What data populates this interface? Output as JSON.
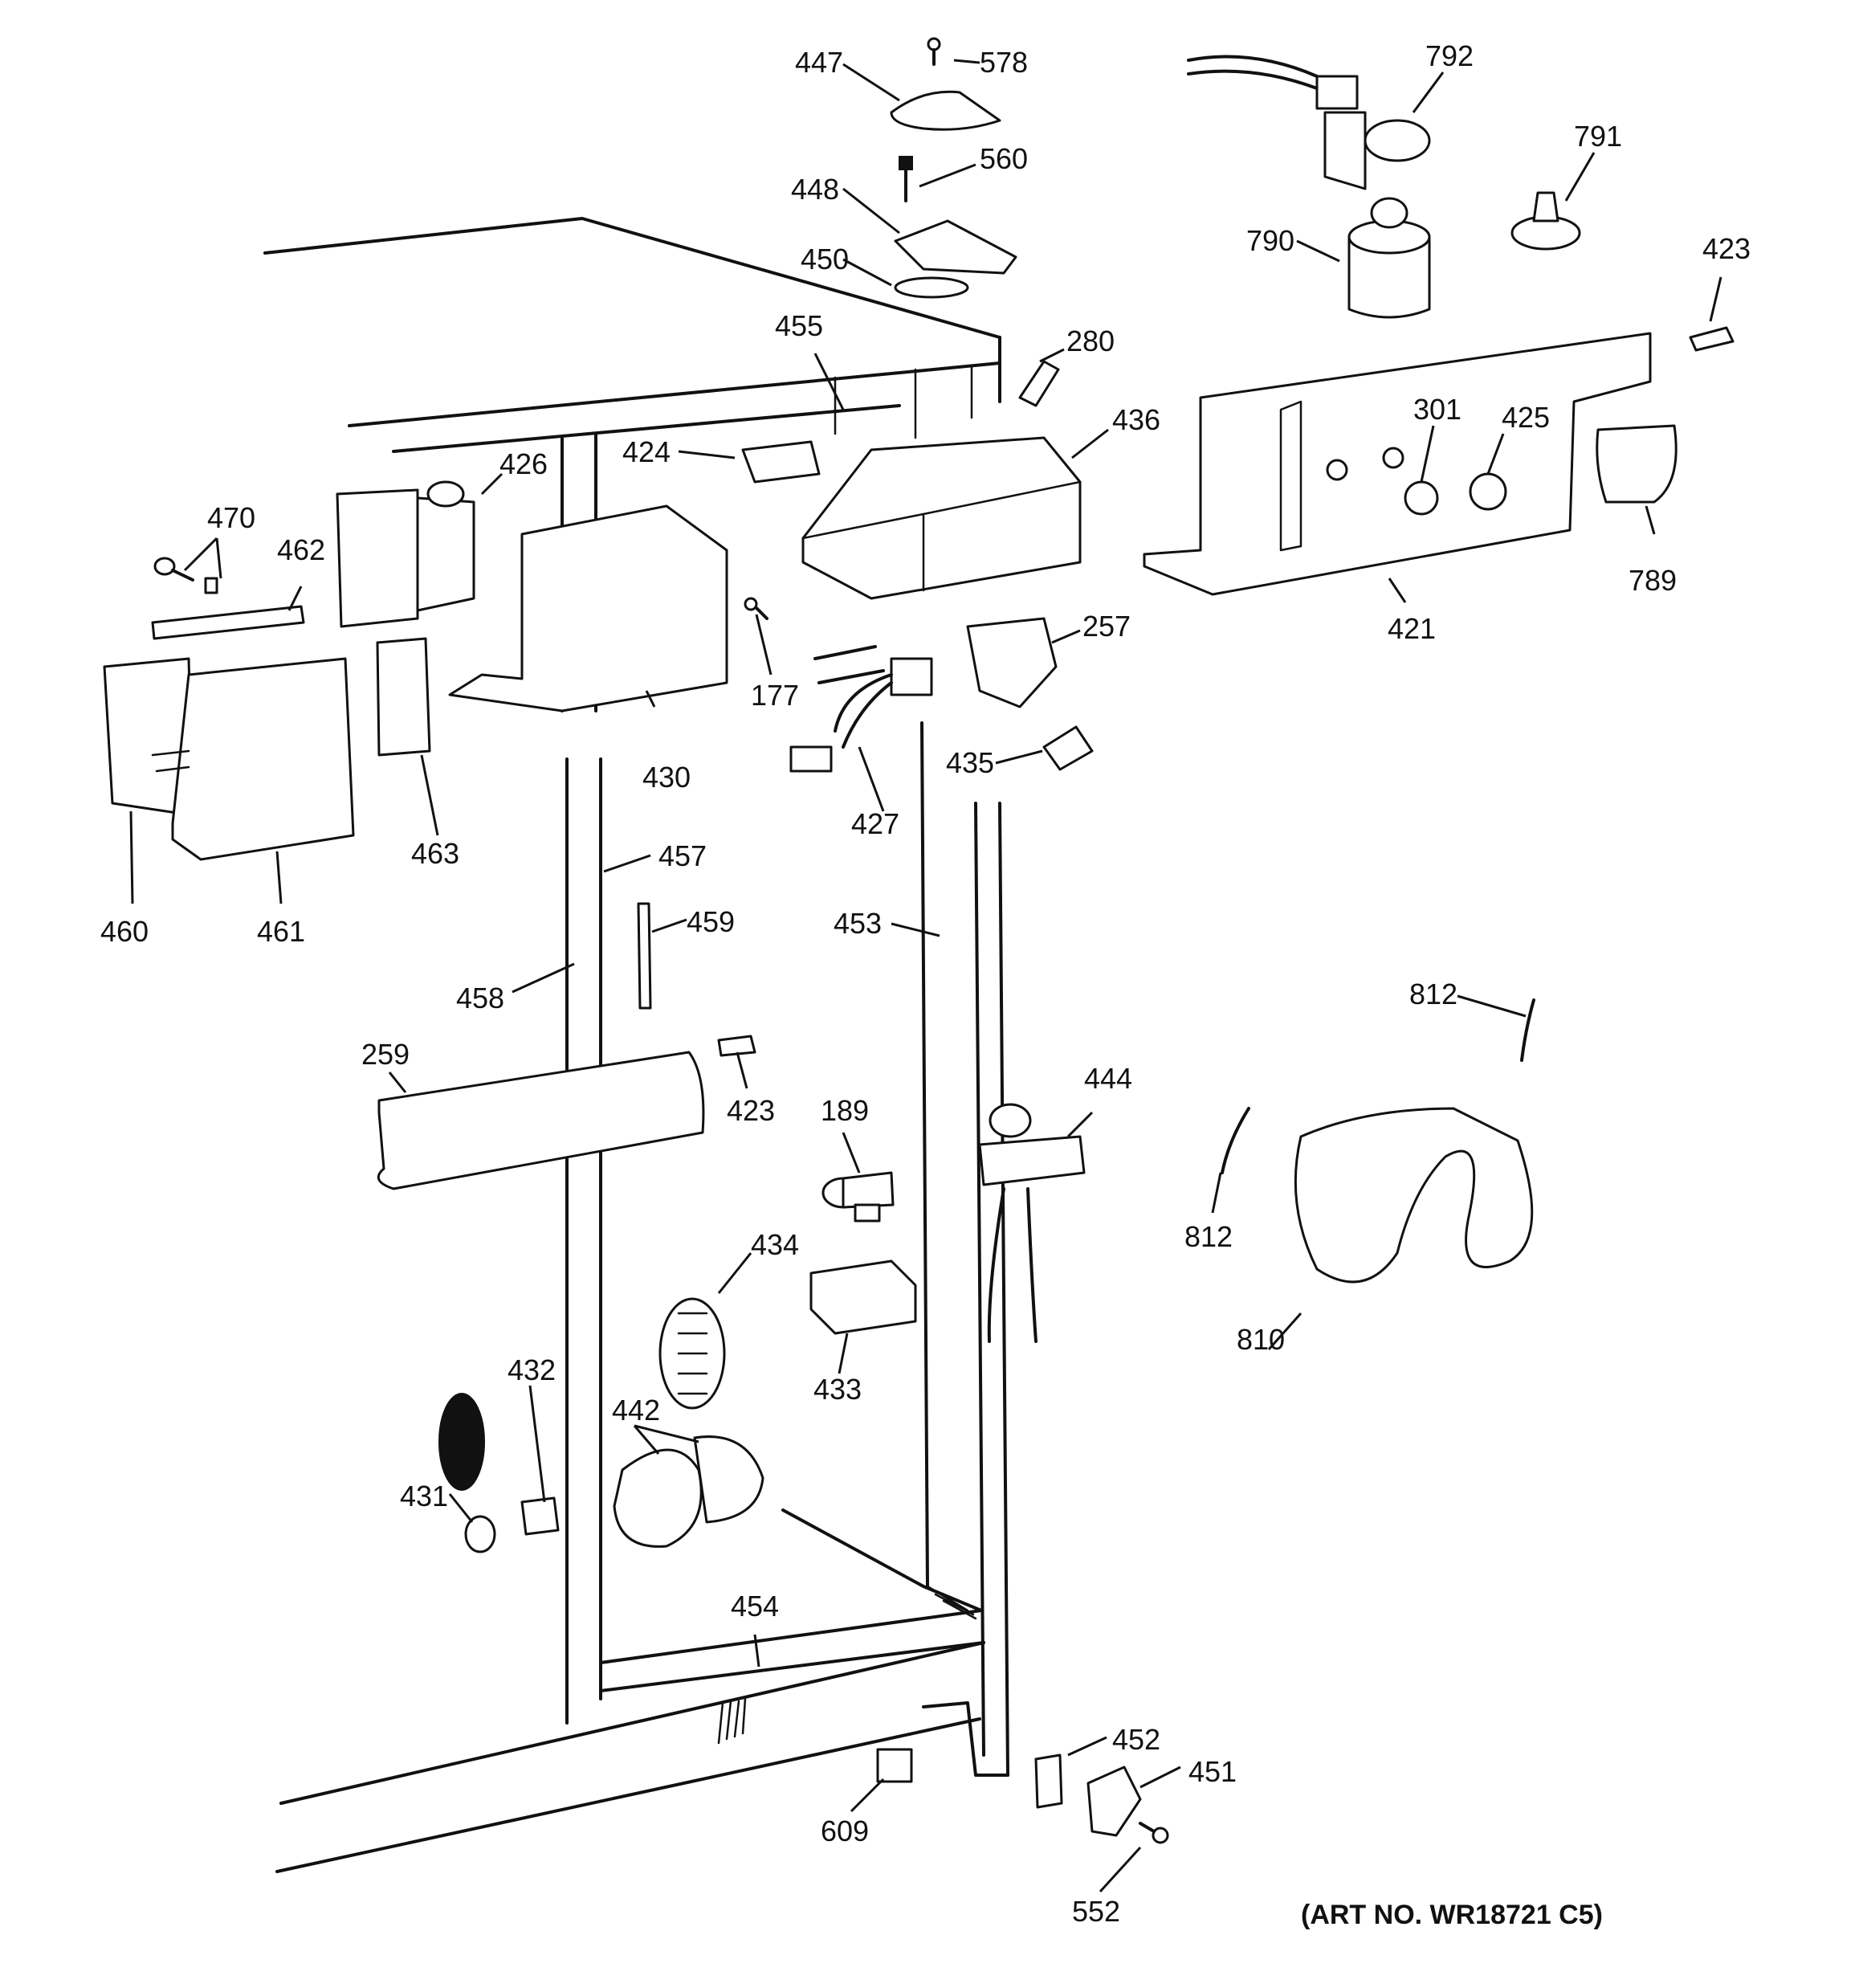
{
  "caption": "(ART NO. WR18721 C5)",
  "callouts": [
    {
      "id": "c578",
      "text": "578"
    },
    {
      "id": "c447",
      "text": "447"
    },
    {
      "id": "c560",
      "text": "560"
    },
    {
      "id": "c448",
      "text": "448"
    },
    {
      "id": "c450",
      "text": "450"
    },
    {
      "id": "c792",
      "text": "792"
    },
    {
      "id": "c791",
      "text": "791"
    },
    {
      "id": "c790",
      "text": "790"
    },
    {
      "id": "c423a",
      "text": "423"
    },
    {
      "id": "c280",
      "text": "280"
    },
    {
      "id": "c455",
      "text": "455"
    },
    {
      "id": "c436",
      "text": "436"
    },
    {
      "id": "c424",
      "text": "424"
    },
    {
      "id": "c426",
      "text": "426"
    },
    {
      "id": "c301",
      "text": "301"
    },
    {
      "id": "c425",
      "text": "425"
    },
    {
      "id": "c470",
      "text": "470"
    },
    {
      "id": "c462",
      "text": "462"
    },
    {
      "id": "c789",
      "text": "789"
    },
    {
      "id": "c421",
      "text": "421"
    },
    {
      "id": "c257",
      "text": "257"
    },
    {
      "id": "c177",
      "text": "177"
    },
    {
      "id": "c430",
      "text": "430"
    },
    {
      "id": "c435",
      "text": "435"
    },
    {
      "id": "c463",
      "text": "463"
    },
    {
      "id": "c427",
      "text": "427"
    },
    {
      "id": "c457",
      "text": "457"
    },
    {
      "id": "c460",
      "text": "460"
    },
    {
      "id": "c461",
      "text": "461"
    },
    {
      "id": "c459",
      "text": "459"
    },
    {
      "id": "c453",
      "text": "453"
    },
    {
      "id": "c458",
      "text": "458"
    },
    {
      "id": "c812a",
      "text": "812"
    },
    {
      "id": "c259",
      "text": "259"
    },
    {
      "id": "c423b",
      "text": "423"
    },
    {
      "id": "c189",
      "text": "189"
    },
    {
      "id": "c444",
      "text": "444"
    },
    {
      "id": "c812b",
      "text": "812"
    },
    {
      "id": "c434",
      "text": "434"
    },
    {
      "id": "c810",
      "text": "810"
    },
    {
      "id": "c433",
      "text": "433"
    },
    {
      "id": "c432",
      "text": "432"
    },
    {
      "id": "c442",
      "text": "442"
    },
    {
      "id": "c431",
      "text": "431"
    },
    {
      "id": "c454",
      "text": "454"
    },
    {
      "id": "c452",
      "text": "452"
    },
    {
      "id": "c451",
      "text": "451"
    },
    {
      "id": "c609",
      "text": "609"
    },
    {
      "id": "c552",
      "text": "552"
    }
  ]
}
